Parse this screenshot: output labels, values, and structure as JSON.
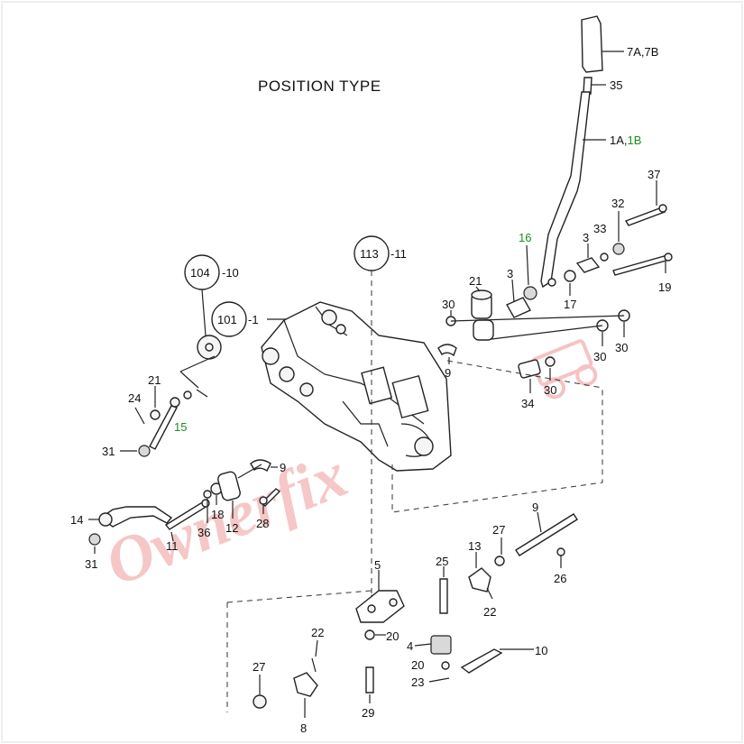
{
  "title": "POSITION TYPE",
  "callouts": [
    {
      "id": "c-7a7b",
      "text": "7A,7B",
      "parts": [
        {
          "t": "7A,7B",
          "c": "#111111"
        }
      ]
    },
    {
      "id": "c-35",
      "text": "35",
      "parts": [
        {
          "t": "35",
          "c": "#111111"
        }
      ]
    },
    {
      "id": "c-1a1b",
      "text": "1A,1B",
      "parts": [
        {
          "t": "1A,",
          "c": "#111111"
        },
        {
          "t": "1B",
          "c": "#1e8c1e"
        }
      ]
    },
    {
      "id": "c-37",
      "text": "37",
      "parts": [
        {
          "t": "37",
          "c": "#111111"
        }
      ]
    },
    {
      "id": "c-32",
      "text": "32",
      "parts": [
        {
          "t": "32",
          "c": "#111111"
        }
      ]
    },
    {
      "id": "c-33",
      "text": "33",
      "parts": [
        {
          "t": "33",
          "c": "#111111"
        }
      ]
    },
    {
      "id": "c-3a",
      "text": "3",
      "parts": [
        {
          "t": "3",
          "c": "#111111"
        }
      ]
    },
    {
      "id": "c-16",
      "text": "16",
      "parts": [
        {
          "t": "16",
          "c": "#1e8c1e"
        }
      ]
    },
    {
      "id": "c-19",
      "text": "19",
      "parts": [
        {
          "t": "19",
          "c": "#111111"
        }
      ]
    },
    {
      "id": "c-17",
      "text": "17",
      "parts": [
        {
          "t": "17",
          "c": "#111111"
        }
      ]
    },
    {
      "id": "c-3b",
      "text": "3",
      "parts": [
        {
          "t": "3",
          "c": "#111111"
        }
      ]
    },
    {
      "id": "c-21a",
      "text": "21",
      "parts": [
        {
          "t": "21",
          "c": "#111111"
        }
      ]
    },
    {
      "id": "c-30a",
      "text": "30",
      "parts": [
        {
          "t": "30",
          "c": "#111111"
        }
      ]
    },
    {
      "id": "c-30b",
      "text": "30",
      "parts": [
        {
          "t": "30",
          "c": "#111111"
        }
      ]
    },
    {
      "id": "c-30c",
      "text": "30",
      "parts": [
        {
          "t": "30",
          "c": "#111111"
        }
      ]
    },
    {
      "id": "c-30d",
      "text": "30",
      "parts": [
        {
          "t": "30",
          "c": "#111111"
        }
      ]
    },
    {
      "id": "c-9a",
      "text": "9",
      "parts": [
        {
          "t": "9",
          "c": "#111111"
        }
      ]
    },
    {
      "id": "c-34",
      "text": "34",
      "parts": [
        {
          "t": "34",
          "c": "#111111"
        }
      ]
    },
    {
      "id": "c-113",
      "text": "113",
      "parts": [
        {
          "t": "113",
          "c": "#111111"
        }
      ]
    },
    {
      "id": "c-11a",
      "text": "-11",
      "parts": [
        {
          "t": "-11",
          "c": "#111111"
        }
      ]
    },
    {
      "id": "c-104",
      "text": "104",
      "parts": [
        {
          "t": "104",
          "c": "#111111"
        }
      ]
    },
    {
      "id": "c-10a",
      "text": "-10",
      "parts": [
        {
          "t": "-10",
          "c": "#111111"
        }
      ]
    },
    {
      "id": "c-101",
      "text": "101",
      "parts": [
        {
          "t": "101",
          "c": "#111111"
        }
      ]
    },
    {
      "id": "c-1",
      "text": "-1",
      "parts": [
        {
          "t": "-1",
          "c": "#111111"
        }
      ]
    },
    {
      "id": "c-21b",
      "text": "21",
      "parts": [
        {
          "t": "21",
          "c": "#111111"
        }
      ]
    },
    {
      "id": "c-24",
      "text": "24",
      "parts": [
        {
          "t": "24",
          "c": "#111111"
        }
      ]
    },
    {
      "id": "c-15",
      "text": "15",
      "parts": [
        {
          "t": "15",
          "c": "#1e8c1e"
        }
      ]
    },
    {
      "id": "c-31a",
      "text": "31",
      "parts": [
        {
          "t": "31",
          "c": "#111111"
        }
      ]
    },
    {
      "id": "c-9b",
      "text": "9",
      "parts": [
        {
          "t": "9",
          "c": "#111111"
        }
      ]
    },
    {
      "id": "c-14",
      "text": "14",
      "parts": [
        {
          "t": "14",
          "c": "#111111"
        }
      ]
    },
    {
      "id": "c-31b",
      "text": "31",
      "parts": [
        {
          "t": "31",
          "c": "#111111"
        }
      ]
    },
    {
      "id": "c-11b",
      "text": "11",
      "parts": [
        {
          "t": "11",
          "c": "#111111"
        }
      ]
    },
    {
      "id": "c-36",
      "text": "36",
      "parts": [
        {
          "t": "36",
          "c": "#111111"
        }
      ]
    },
    {
      "id": "c-18",
      "text": "18",
      "parts": [
        {
          "t": "18",
          "c": "#111111"
        }
      ]
    },
    {
      "id": "c-12",
      "text": "12",
      "parts": [
        {
          "t": "12",
          "c": "#111111"
        }
      ]
    },
    {
      "id": "c-28",
      "text": "28",
      "parts": [
        {
          "t": "28",
          "c": "#111111"
        }
      ]
    },
    {
      "id": "c-9c",
      "text": "9",
      "parts": [
        {
          "t": "9",
          "c": "#111111"
        }
      ]
    },
    {
      "id": "c-27a",
      "text": "27",
      "parts": [
        {
          "t": "27",
          "c": "#111111"
        }
      ]
    },
    {
      "id": "c-26",
      "text": "26",
      "parts": [
        {
          "t": "26",
          "c": "#111111"
        }
      ]
    },
    {
      "id": "c-13",
      "text": "13",
      "parts": [
        {
          "t": "13",
          "c": "#111111"
        }
      ]
    },
    {
      "id": "c-22a",
      "text": "22",
      "parts": [
        {
          "t": "22",
          "c": "#111111"
        }
      ]
    },
    {
      "id": "c-25",
      "text": "25",
      "parts": [
        {
          "t": "25",
          "c": "#111111"
        }
      ]
    },
    {
      "id": "c-5",
      "text": "5",
      "parts": [
        {
          "t": "5",
          "c": "#111111"
        }
      ]
    },
    {
      "id": "c-20a",
      "text": "20",
      "parts": [
        {
          "t": "20",
          "c": "#111111"
        }
      ]
    },
    {
      "id": "c-4",
      "text": "4",
      "parts": [
        {
          "t": "4",
          "c": "#111111"
        }
      ]
    },
    {
      "id": "c-10b",
      "text": "10",
      "parts": [
        {
          "t": "10",
          "c": "#111111"
        }
      ]
    },
    {
      "id": "c-20b",
      "text": "20",
      "parts": [
        {
          "t": "20",
          "c": "#111111"
        }
      ]
    },
    {
      "id": "c-23",
      "text": "23",
      "parts": [
        {
          "t": "23",
          "c": "#111111"
        }
      ]
    },
    {
      "id": "c-22b",
      "text": "22",
      "parts": [
        {
          "t": "22",
          "c": "#111111"
        }
      ]
    },
    {
      "id": "c-27b",
      "text": "27",
      "parts": [
        {
          "t": "27",
          "c": "#111111"
        }
      ]
    },
    {
      "id": "c-8",
      "text": "8",
      "parts": [
        {
          "t": "8",
          "c": "#111111"
        }
      ]
    },
    {
      "id": "c-29",
      "text": "29",
      "parts": [
        {
          "t": "29",
          "c": "#111111"
        }
      ]
    }
  ],
  "watermark": {
    "text": "Ownerfix",
    "color": "#e23a3a"
  }
}
